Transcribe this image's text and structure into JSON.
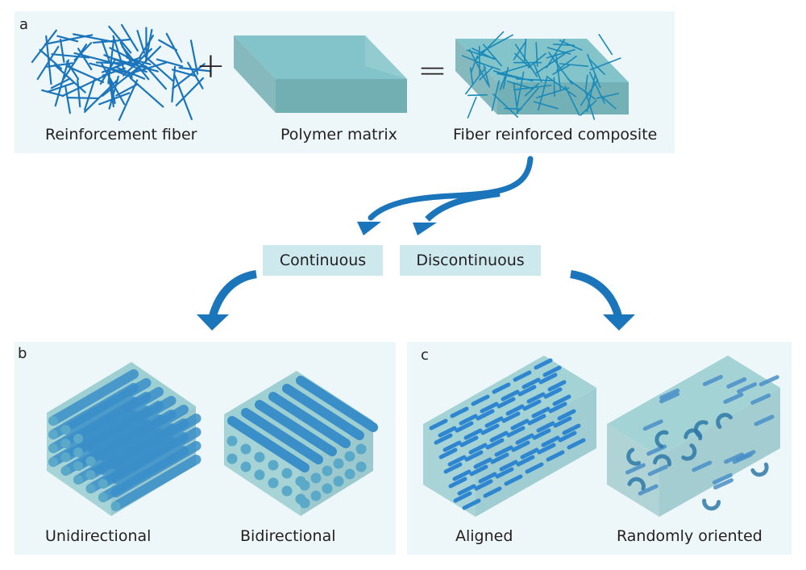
{
  "panels": {
    "a": {
      "label": "a",
      "items": [
        {
          "caption": "Reinforcement fiber"
        },
        {
          "caption": "Polymer matrix"
        },
        {
          "caption": "Fiber reinforced composite"
        }
      ],
      "operators": {
        "plus": "+",
        "equals": "="
      }
    },
    "categories": {
      "continuous": "Continuous",
      "discontinuous": "Discontinuous"
    },
    "b": {
      "label": "b",
      "items": [
        {
          "caption": "Unidirectional"
        },
        {
          "caption": "Bidirectional"
        }
      ]
    },
    "c": {
      "label": "c",
      "items": [
        {
          "caption": "Aligned"
        },
        {
          "caption": "Randomly oriented"
        }
      ]
    }
  },
  "colors": {
    "panel_bg": "#edf6f9",
    "category_bg": "#cde9ee",
    "arrow": "#1b75bb",
    "fiber": "#1b75bb",
    "matrix": "#7fc2c8"
  }
}
